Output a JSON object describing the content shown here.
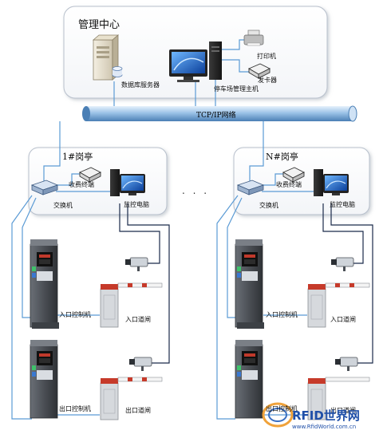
{
  "management": {
    "title": "管理中心",
    "db_server": "数据库服务器",
    "printer": "打印机",
    "card_dispenser": "发卡器",
    "host": "停车场管理主机"
  },
  "network": {
    "label": "TCP/IP网络"
  },
  "booth1": {
    "title": "1#岗亭",
    "toll_terminal": "收费终端",
    "switch": "交换机",
    "monitor_pc": "监控电脑",
    "entry_controller": "入口控制机",
    "entry_gate": "入口道闸",
    "exit_controller": "出口控制机",
    "exit_gate": "出口道闸"
  },
  "boothN": {
    "title": "N#岗亭",
    "toll_terminal": "收费终端",
    "switch": "交换机",
    "monitor_pc": "监控电脑",
    "entry_controller": "入口控制机",
    "entry_gate": "入口道闸",
    "exit_controller": "出口控制机",
    "exit_gate": "出口道闸"
  },
  "ellipsis": ". . .",
  "watermark": {
    "brand": "RFID世界网",
    "url": "www.RfidWorld.com.cn"
  },
  "colors": {
    "line": "#5b9bd5",
    "dark_line": "#1a2a4a",
    "pipe": "#7fb2e0",
    "panel_stroke": "#b8c0cc"
  }
}
